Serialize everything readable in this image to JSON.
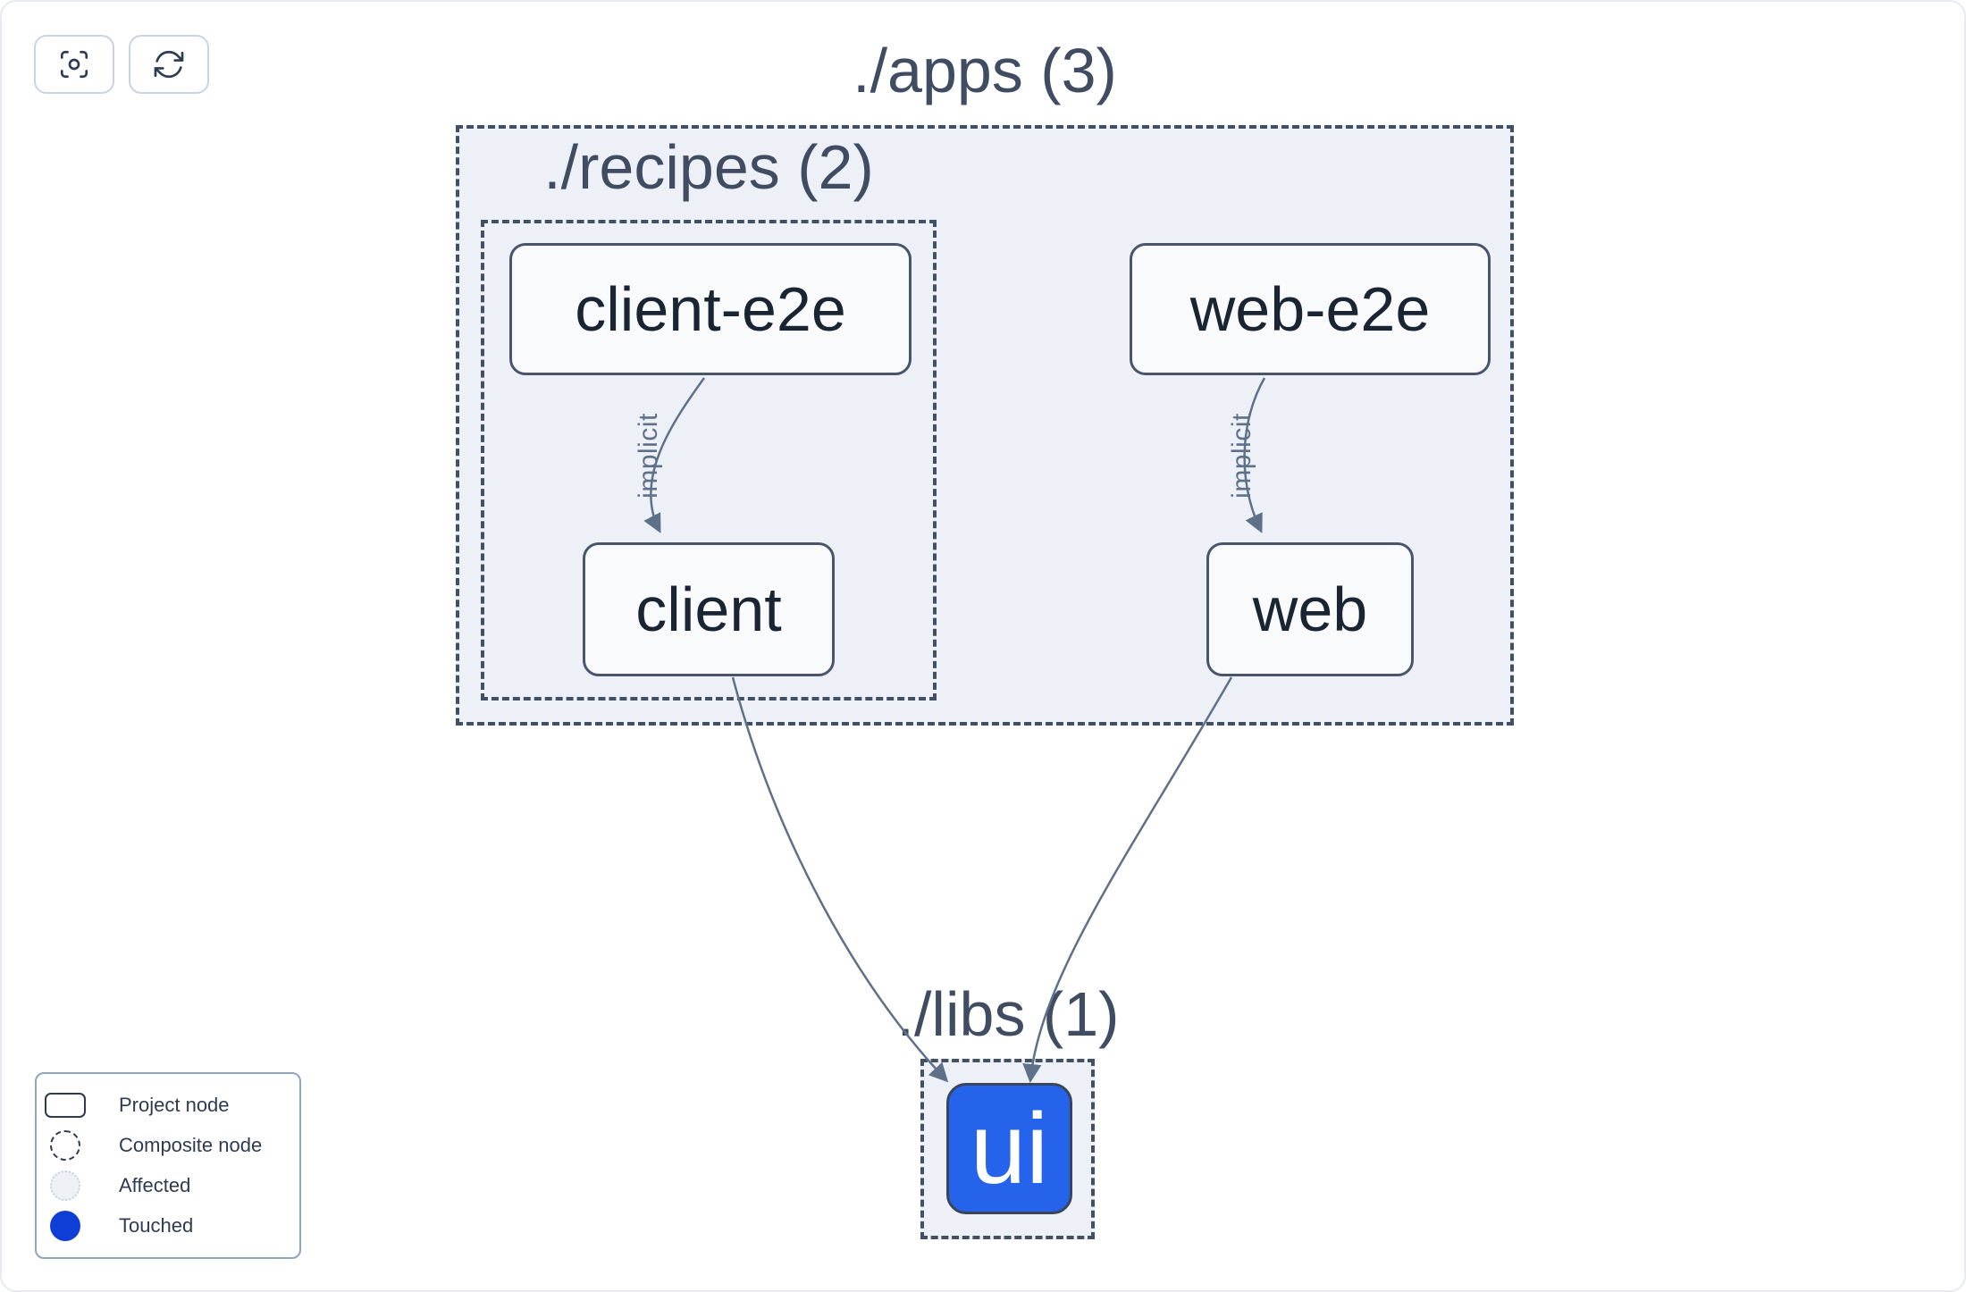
{
  "toolbar": {
    "buttons": [
      {
        "icon": "focus-icon"
      },
      {
        "icon": "refresh-icon"
      }
    ]
  },
  "graph": {
    "groups": {
      "apps": {
        "label": "./apps (3)"
      },
      "recipes": {
        "label": "./recipes (2)"
      },
      "libs": {
        "label": "./libs (1)"
      }
    },
    "nodes": {
      "client_e2e": {
        "label": "client-e2e",
        "type": "project"
      },
      "web_e2e": {
        "label": "web-e2e",
        "type": "project"
      },
      "client": {
        "label": "client",
        "type": "project"
      },
      "web": {
        "label": "web",
        "type": "project"
      },
      "ui": {
        "label": "ui",
        "type": "project",
        "state": "touched"
      }
    },
    "edges": [
      {
        "from": "client-e2e",
        "to": "client",
        "label": "implicit"
      },
      {
        "from": "web-e2e",
        "to": "web",
        "label": "implicit"
      },
      {
        "from": "client",
        "to": "ui",
        "label": ""
      },
      {
        "from": "web",
        "to": "ui",
        "label": ""
      }
    ]
  },
  "legend": {
    "items": [
      {
        "icon": "project-node-swatch",
        "label": "Project node"
      },
      {
        "icon": "composite-node-swatch",
        "label": "Composite node"
      },
      {
        "icon": "affected-swatch",
        "label": "Affected"
      },
      {
        "icon": "touched-swatch",
        "label": "Touched"
      }
    ]
  },
  "colors": {
    "touched_blue": "#0e3ed5",
    "node_blue": "#2563eb",
    "container_fill": "#edf1f7",
    "node_fill": "#f9fafc",
    "border_slate": "#425064",
    "edge_slate": "#5f7089"
  }
}
